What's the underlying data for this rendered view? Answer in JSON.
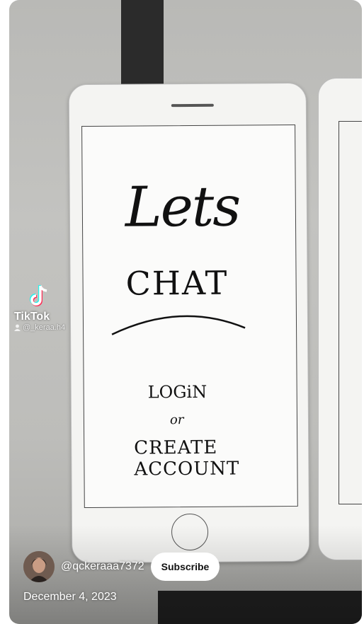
{
  "video": {
    "handwriting": {
      "line1": "Lets",
      "line2": "CHAT",
      "line3": "LOGiN",
      "line4": "or",
      "line5": "CREATE ACCOUNT"
    }
  },
  "watermark": {
    "app": "TikTok",
    "user": "@_keraa.h4"
  },
  "channel": {
    "handle": "@qckeraaa7372",
    "subscribe_label": "Subscribe"
  },
  "meta": {
    "date": "December 4, 2023"
  },
  "icons": [
    "tiktok-logo-icon",
    "person-icon"
  ]
}
